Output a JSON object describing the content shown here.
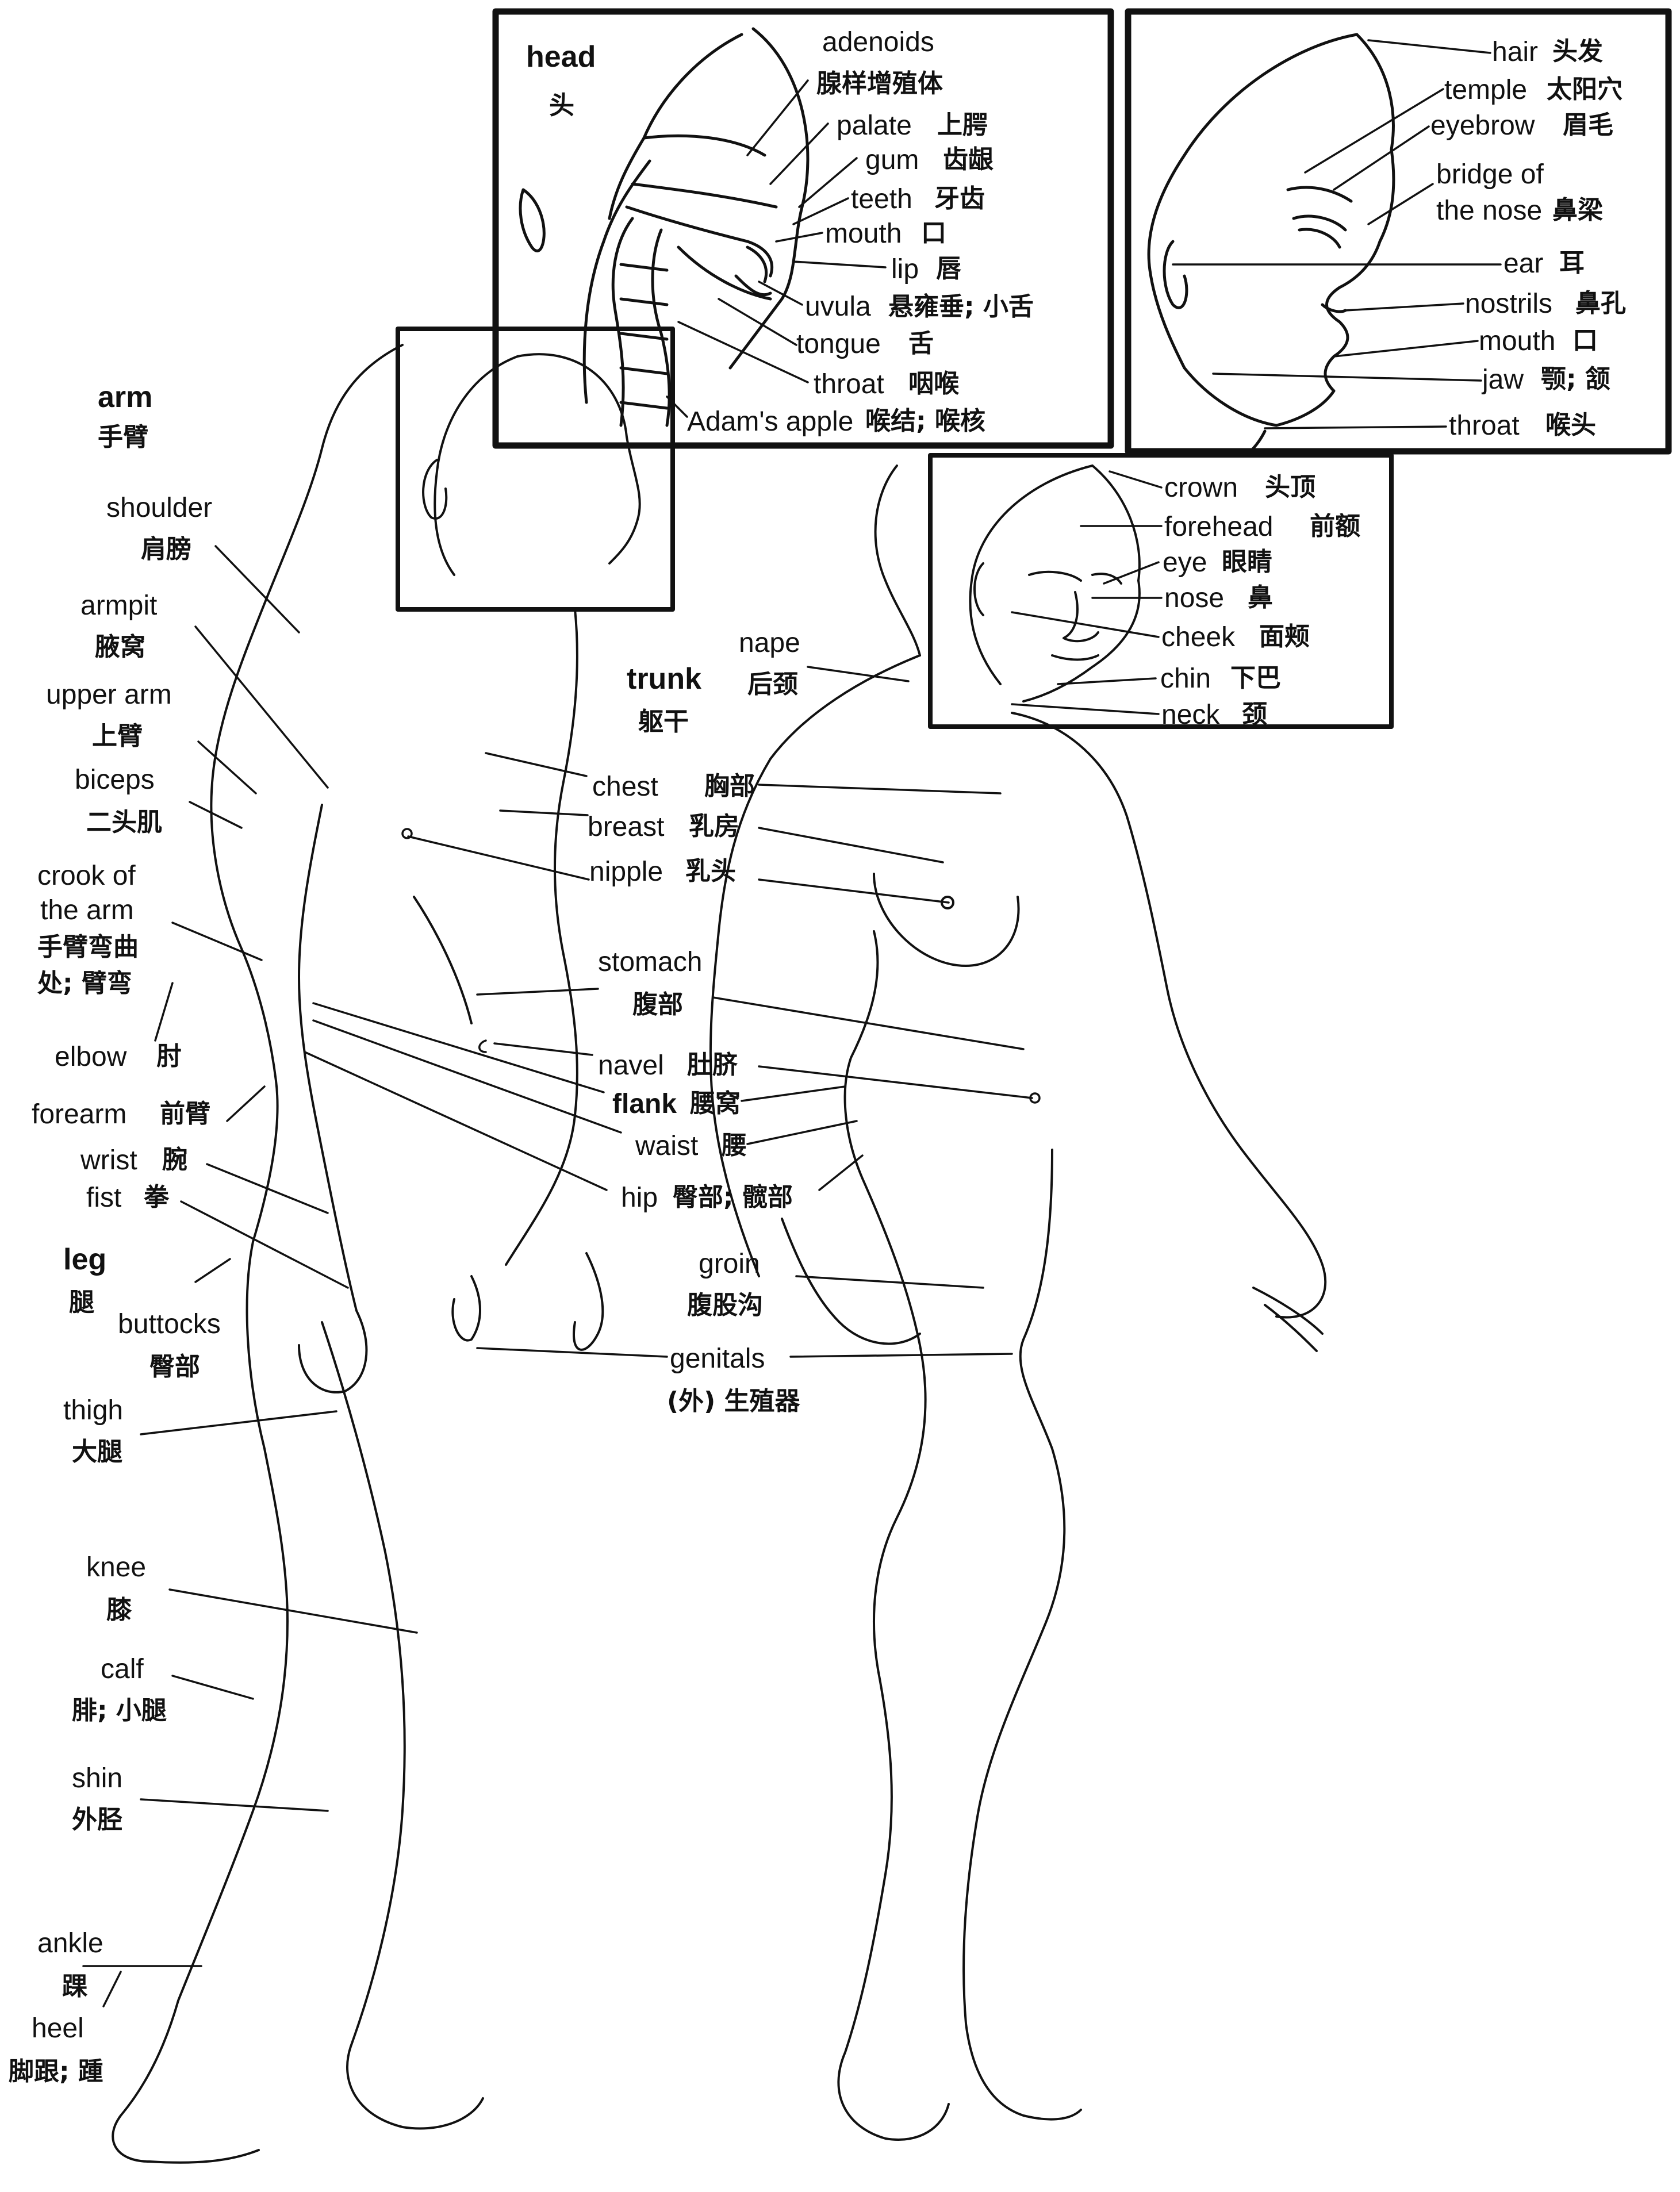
{
  "sections": {
    "head": {
      "en": "head",
      "zh": "头"
    },
    "arm": {
      "en": "arm",
      "zh": "手臂"
    },
    "trunk": {
      "en": "trunk",
      "zh": "躯干"
    },
    "leg": {
      "en": "leg",
      "zh": "腿"
    }
  },
  "head_labels": [
    {
      "en": "adenoids",
      "zh": "腺样增殖体"
    },
    {
      "en": "palate",
      "zh": "上腭"
    },
    {
      "en": "gum",
      "zh": "齿龈"
    },
    {
      "en": "teeth",
      "zh": "牙齿"
    },
    {
      "en": "mouth",
      "zh": "口"
    },
    {
      "en": "lip",
      "zh": "唇"
    },
    {
      "en": "uvula",
      "zh": "悬雍垂; 小舌"
    },
    {
      "en": "tongue",
      "zh": "舌"
    },
    {
      "en": "throat",
      "zh": "咽喉"
    },
    {
      "en": "Adam's apple",
      "zh": "喉结; 喉核"
    }
  ],
  "face_labels": [
    {
      "en": "hair",
      "zh": "头发"
    },
    {
      "en": "temple",
      "zh": "太阳穴"
    },
    {
      "en": "eyebrow",
      "zh": "眉毛"
    },
    {
      "en": "bridge of",
      "en2": "the nose",
      "zh": "鼻梁"
    },
    {
      "en": "ear",
      "zh": "耳"
    },
    {
      "en": "nostrils",
      "zh": "鼻孔"
    },
    {
      "en": "mouth",
      "zh": "口"
    },
    {
      "en": "jaw",
      "zh": "颚; 颔"
    },
    {
      "en": "throat",
      "zh": "喉头"
    }
  ],
  "face2_labels": [
    {
      "en": "crown",
      "zh": "头顶"
    },
    {
      "en": "forehead",
      "zh": "前额"
    },
    {
      "en": "eye",
      "zh": "眼睛"
    },
    {
      "en": "nose",
      "zh": "鼻"
    },
    {
      "en": "cheek",
      "zh": "面颊"
    },
    {
      "en": "chin",
      "zh": "下巴"
    },
    {
      "en": "neck",
      "zh": "颈"
    }
  ],
  "arm_labels": [
    {
      "en": "shoulder",
      "zh": "肩膀"
    },
    {
      "en": "armpit",
      "zh": "腋窝"
    },
    {
      "en": "upper arm",
      "zh": "上臂"
    },
    {
      "en": "biceps",
      "zh": "二头肌"
    },
    {
      "en": "crook of",
      "en2": "the arm",
      "zh": "手臂弯曲",
      "zh2": "处; 臂弯"
    },
    {
      "en": "elbow",
      "zh": "肘"
    },
    {
      "en": "forearm",
      "zh": "前臂"
    },
    {
      "en": "wrist",
      "zh": "腕"
    },
    {
      "en": "fist",
      "zh": "拳"
    }
  ],
  "trunk_labels": [
    {
      "en": "nape",
      "zh": "后颈"
    },
    {
      "en": "chest",
      "zh": "胸部"
    },
    {
      "en": "breast",
      "zh": "乳房"
    },
    {
      "en": "nipple",
      "zh": "乳头"
    },
    {
      "en": "stomach",
      "zh": "腹部"
    },
    {
      "en": "navel",
      "zh": "肚脐"
    },
    {
      "en": "flank",
      "zh": "腰窝"
    },
    {
      "en": "waist",
      "zh": "腰"
    },
    {
      "en": "hip",
      "zh": "臀部; 髋部"
    },
    {
      "en": "groin",
      "zh": "腹股沟"
    },
    {
      "en": "genitals",
      "zh": "(外) 生殖器"
    }
  ],
  "leg_labels": [
    {
      "en": "buttocks",
      "zh": "臀部"
    },
    {
      "en": "thigh",
      "zh": "大腿"
    },
    {
      "en": "knee",
      "zh": "膝"
    },
    {
      "en": "calf",
      "zh": "腓; 小腿"
    },
    {
      "en": "shin",
      "zh": "外胫"
    },
    {
      "en": "ankle",
      "zh": "踝"
    },
    {
      "en": "heel",
      "zh": "脚跟; 踵"
    }
  ],
  "colors": {
    "ink": "#111111",
    "paper": "#ffffff"
  }
}
